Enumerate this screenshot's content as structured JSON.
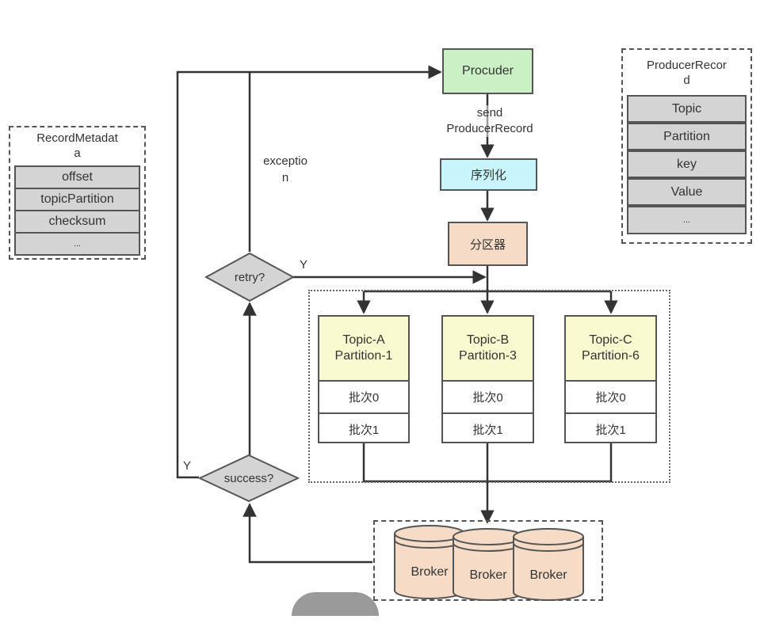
{
  "record_metadata": {
    "title": "RecordMetadat\na",
    "fields": [
      "offset",
      "topicPartition",
      "checksum",
      "..."
    ]
  },
  "producer_record": {
    "title": "ProducerRecor\nd",
    "fields": [
      "Topic",
      "Partition",
      "key",
      "Value",
      "..."
    ]
  },
  "producer": {
    "label": "Procuder"
  },
  "send_label": {
    "line1": "send",
    "line2": "ProducerRecord"
  },
  "serializer": {
    "label": "序列化"
  },
  "partitioner": {
    "label": "分区器"
  },
  "exception_label": {
    "line1": "exceptio",
    "line2": "n"
  },
  "retry": {
    "label": "retry?",
    "yes": "Y"
  },
  "success": {
    "label": "success?",
    "yes": "Y"
  },
  "topics": [
    {
      "line1": "Topic-A",
      "line2": "Partition-1",
      "batch0": "批次0",
      "batch1": "批次1"
    },
    {
      "line1": "Topic-B",
      "line2": "Partition-3",
      "batch0": "批次0",
      "batch1": "批次1"
    },
    {
      "line1": "Topic-C",
      "line2": "Partition-6",
      "batch0": "批次0",
      "batch1": "批次1"
    }
  ],
  "brokers": [
    "Broker",
    "Broker",
    "Broker"
  ],
  "colors": {
    "producer": "#ccf0c6",
    "serializer": "#c8f4fb",
    "partitioner": "#f6dcc6",
    "topic_header": "#fafad0",
    "field_cell": "#d4d4d4",
    "broker": "#f6dcc6"
  }
}
